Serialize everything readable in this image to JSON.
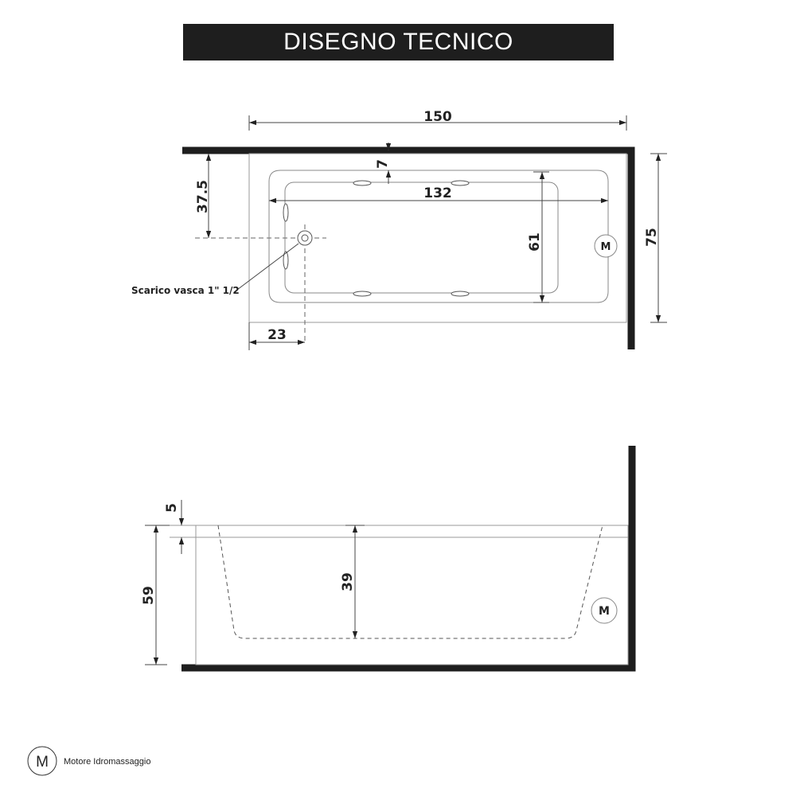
{
  "title": "DISEGNO TECNICO",
  "top_view": {
    "width_label": "150",
    "inner_length_label": "132",
    "offset_top_label": "7",
    "drain_offset_y_label": "37.5",
    "inner_width_label": "61",
    "depth_label": "75",
    "drain_offset_x_label": "23",
    "drain_note": "Scarico vasca 1\" 1/2",
    "motor_symbol": "M"
  },
  "side_view": {
    "rim_label": "5",
    "height_label": "59",
    "inner_depth_label": "39",
    "motor_symbol": "M"
  },
  "legend": {
    "symbol": "M",
    "text": "Motore Idromassaggio"
  }
}
